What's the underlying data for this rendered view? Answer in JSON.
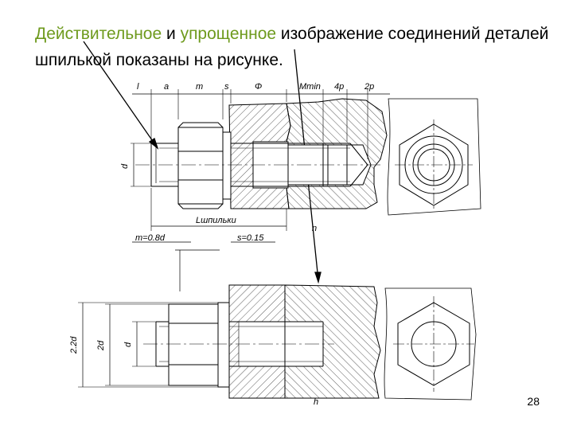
{
  "slide": {
    "title_part1": "Действительное",
    "title_part2": " и ",
    "title_part3": "упрощенное",
    "title_part4": " изображение соединений деталей шпилькой показаны на рисунке.",
    "page_number": "28",
    "accent_color": "#6e9a1d"
  },
  "top_drawing": {
    "dim_labels": [
      "l",
      "a",
      "m",
      "s",
      "Φ",
      "Mmin",
      "4p",
      "2p"
    ],
    "d_label": "d",
    "length_label": "Lшпильки",
    "m_formula": "m=0.8d",
    "s_formula": "s=0.15",
    "n_label": "n"
  },
  "bottom_drawing": {
    "label_22d": "2.2d",
    "label_2d": "2d",
    "label_d": "d",
    "h_label": "h"
  }
}
